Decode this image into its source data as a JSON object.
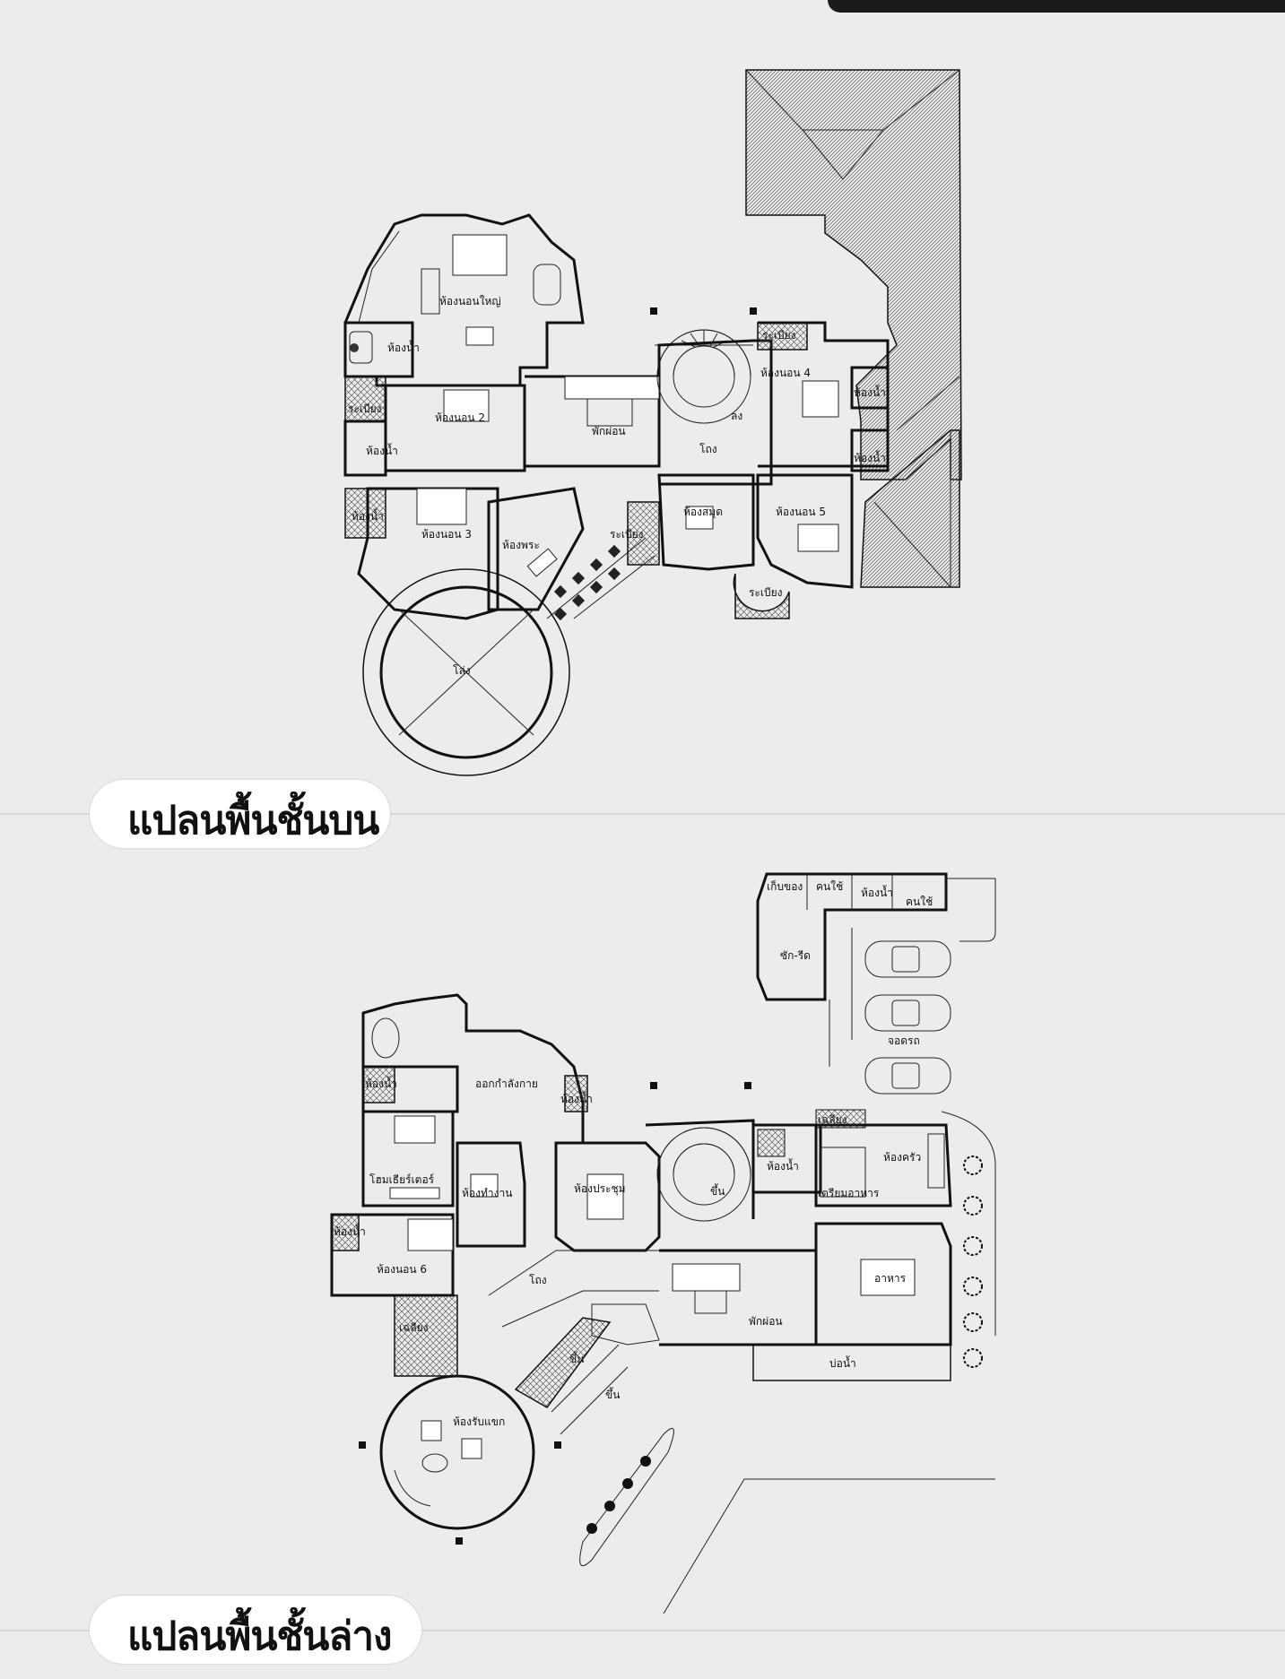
{
  "upper_floor": {
    "title": "แปลนพื้นชั้นบน",
    "rooms": {
      "master_bedroom": "ห้องนอนใหญ่",
      "bath_1": "ห้องน้ำ",
      "balcony_1": "ระเบียง",
      "bedroom_2": "ห้องนอน 2",
      "bath_2": "ห้องน้ำ",
      "bath_3": "ห้องน้ำ",
      "bedroom_3": "ห้องนอน 3",
      "living": "พักผ่อน",
      "stair_down": "ลง",
      "hall": "โถง",
      "shrine": "ห้องพระ",
      "balcony_2": "ระเบียง",
      "library": "ห้องสมุด",
      "balcony_3": "ระเบียง",
      "bedroom_4": "ห้องนอน 4",
      "bath_4": "ห้องน้ำ",
      "bath_5": "ห้องน้ำ",
      "bedroom_5": "ห้องนอน 5",
      "balcony_4": "ระเบียง",
      "void": "โล่ง"
    }
  },
  "lower_floor": {
    "title": "แปลนพื้นชั้นล่าง",
    "rooms": {
      "storage": "เก็บของ",
      "maid_1": "คนใช้",
      "bath_s": "ห้องน้ำ",
      "maid_2": "คนใช้",
      "laundry": "ซัก-รีด",
      "parking": "จอดรถ",
      "bath_1": "ห้องน้ำ",
      "gym": "ออกกำลังกาย",
      "bath_2": "ห้องน้ำ",
      "home_theater": "โฮมเธียร์เตอร์",
      "work_room": "ห้องทำงาน",
      "meeting": "ห้องประชุม",
      "stair_up": "ขึ้น",
      "bath_3": "ห้องน้ำ",
      "terrace_k": "เฉลียง",
      "prep": "เตรียมอาหาร",
      "kitchen": "ห้องครัว",
      "bath_4": "ห้องน้ำ",
      "bedroom_6": "ห้องนอน 6",
      "hall": "โถง",
      "living": "พักผ่อน",
      "dining": "อาหาร",
      "pond": "บ่อน้ำ",
      "terrace": "เฉลียง",
      "stair_up_2": "ขึ้น",
      "entry_step": "ขึ้น",
      "reception": "ห้องรับแขก"
    }
  }
}
